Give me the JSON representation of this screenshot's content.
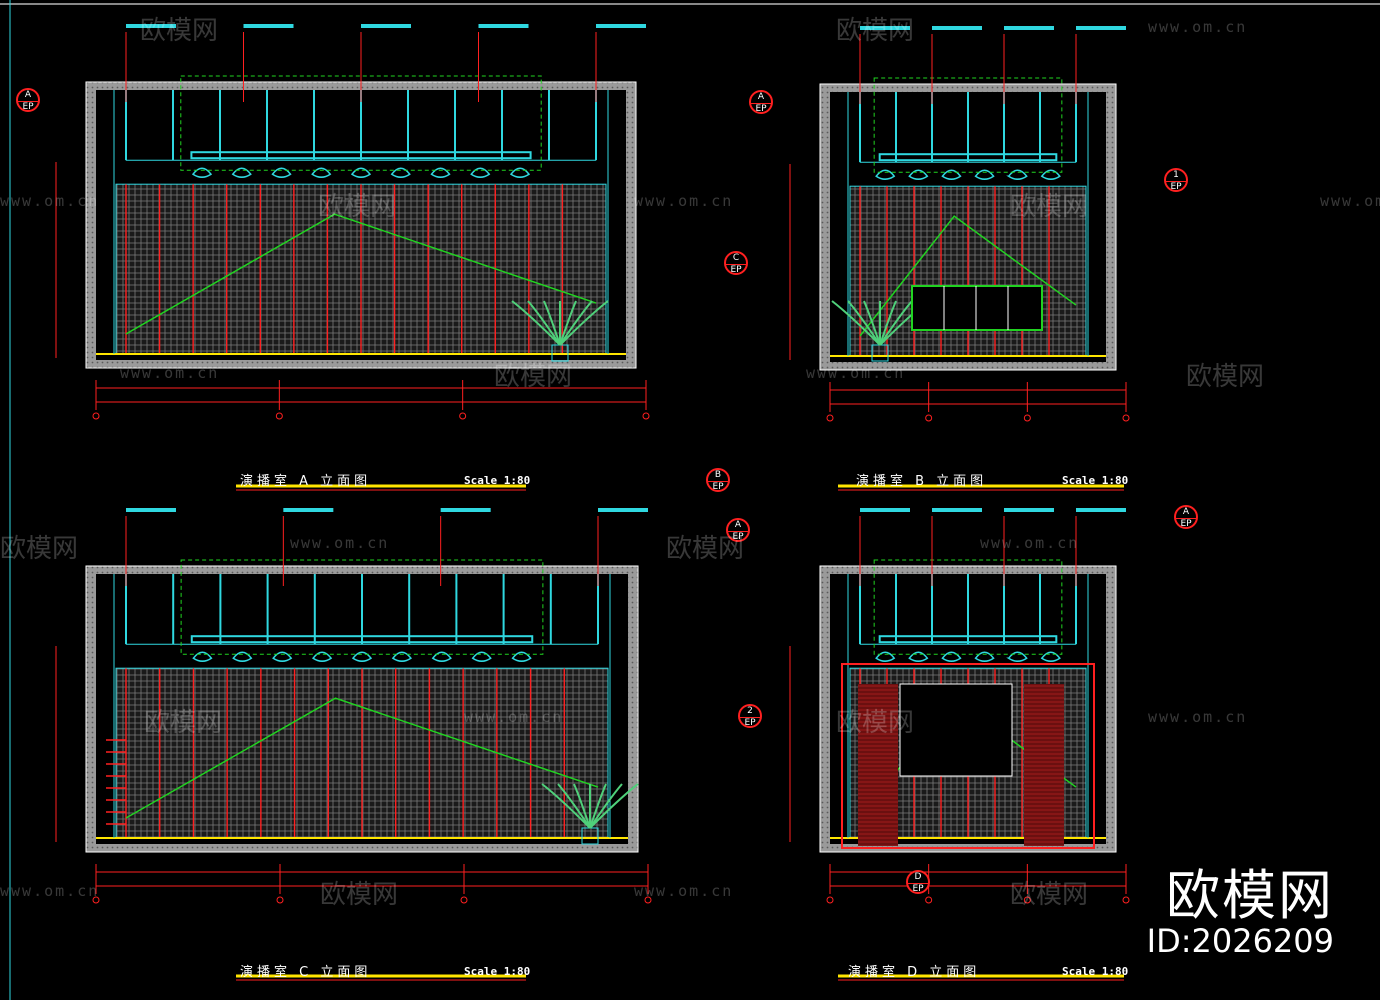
{
  "colors": {
    "background": "#000000",
    "wall": "#c9c9c9",
    "cyan": "#2fd8e0",
    "green": "#21d321",
    "red": "#ff2020",
    "yellow": "#ffe600",
    "white": "#ffffff",
    "panel_pattern": "#6a6a6a"
  },
  "drawings": [
    {
      "id": "A",
      "title": "演播室   A   立面图",
      "scale": "Scale 1:80"
    },
    {
      "id": "B",
      "title": "演播室   B   立面图",
      "scale": "Scale 1:80"
    },
    {
      "id": "C",
      "title": "演播室   C   立面图",
      "scale": "Scale 1:80"
    },
    {
      "id": "D",
      "title": "演播室   D   立面图",
      "scale": "Scale 1:80"
    }
  ],
  "bubbles": [
    {
      "top": "A",
      "bottom": "EP"
    },
    {
      "top": "A",
      "bottom": "EP"
    },
    {
      "top": "C",
      "bottom": "EP"
    },
    {
      "top": "1",
      "bottom": "EP"
    },
    {
      "top": "B",
      "bottom": "EP"
    },
    {
      "top": "A",
      "bottom": "EP"
    },
    {
      "top": "2",
      "bottom": "EP"
    },
    {
      "top": "A",
      "bottom": "EP"
    },
    {
      "top": "D",
      "bottom": "EP"
    }
  ],
  "watermark": {
    "brand": "欧模网",
    "id": "ID:2026209",
    "url": "www.om.cn"
  }
}
